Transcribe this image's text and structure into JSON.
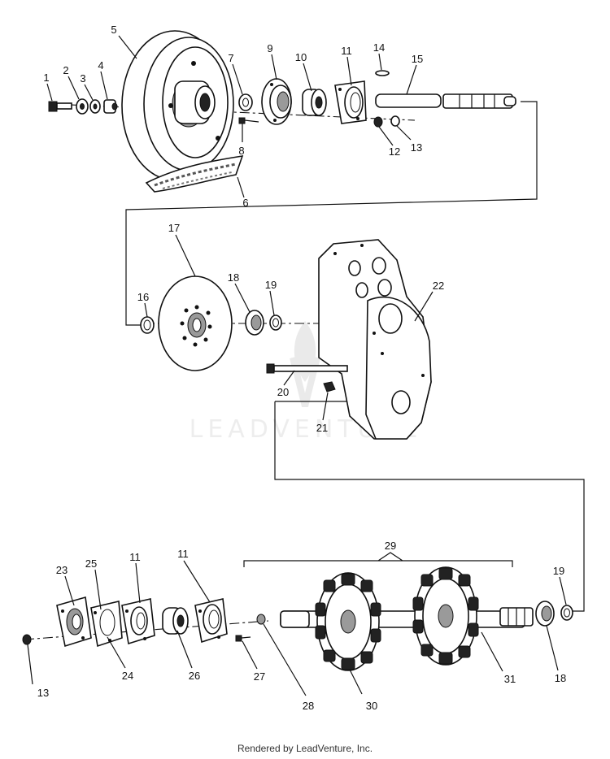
{
  "callouts": [
    "1",
    "2",
    "3",
    "4",
    "5",
    "6",
    "7",
    "8",
    "9",
    "10",
    "11",
    "12",
    "13",
    "14",
    "15",
    "16",
    "17",
    "18",
    "19",
    "20",
    "21",
    "22",
    "23",
    "24",
    "25",
    "11",
    "11",
    "26",
    "27",
    "13",
    "28",
    "29",
    "30",
    "31",
    "18",
    "19"
  ],
  "watermark": "LEADVENTURE",
  "footer": "Rendered by LeadVenture, Inc."
}
